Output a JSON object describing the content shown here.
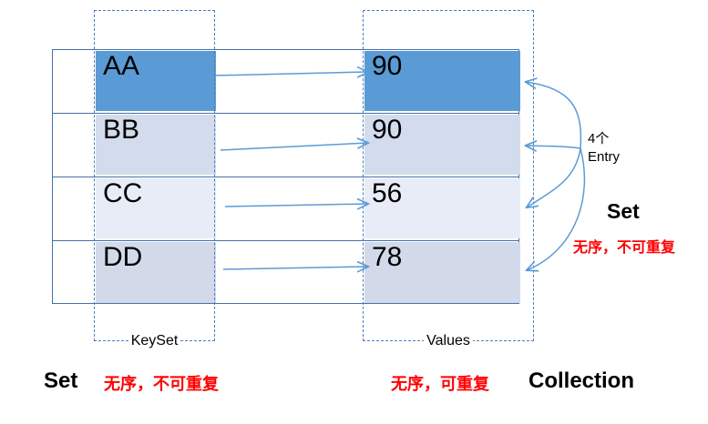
{
  "diagram": {
    "title_hidden": "",
    "colors": {
      "row1_fill": "#5b9bd5",
      "row2_fill": "#d3dcec",
      "row3_fill": "#e8ecf6",
      "row4_fill": "#d2daea",
      "table_border": "#4472a8",
      "dashed_border": "#4a7ebb",
      "arrow": "#5b9bd5",
      "red_text": "#ff0000",
      "black_text": "#000000"
    },
    "table": {
      "rows": [
        {
          "key": "AA",
          "value": "90"
        },
        {
          "key": "BB",
          "value": "90"
        },
        {
          "key": "CC",
          "value": "56"
        },
        {
          "key": "DD",
          "value": "78"
        }
      ]
    },
    "groups": {
      "keyset_label": "KeySet",
      "values_label": "Values"
    },
    "annotations": {
      "entry_count_line1": "4个",
      "entry_count_line2": "Entry",
      "set_right_title": "Set",
      "set_right_note": "无序，不可重复",
      "set_bottom_title": "Set",
      "set_bottom_note": "无序，不可重复",
      "values_bottom_note": "无序，可重复",
      "collection_title": "Collection"
    }
  }
}
